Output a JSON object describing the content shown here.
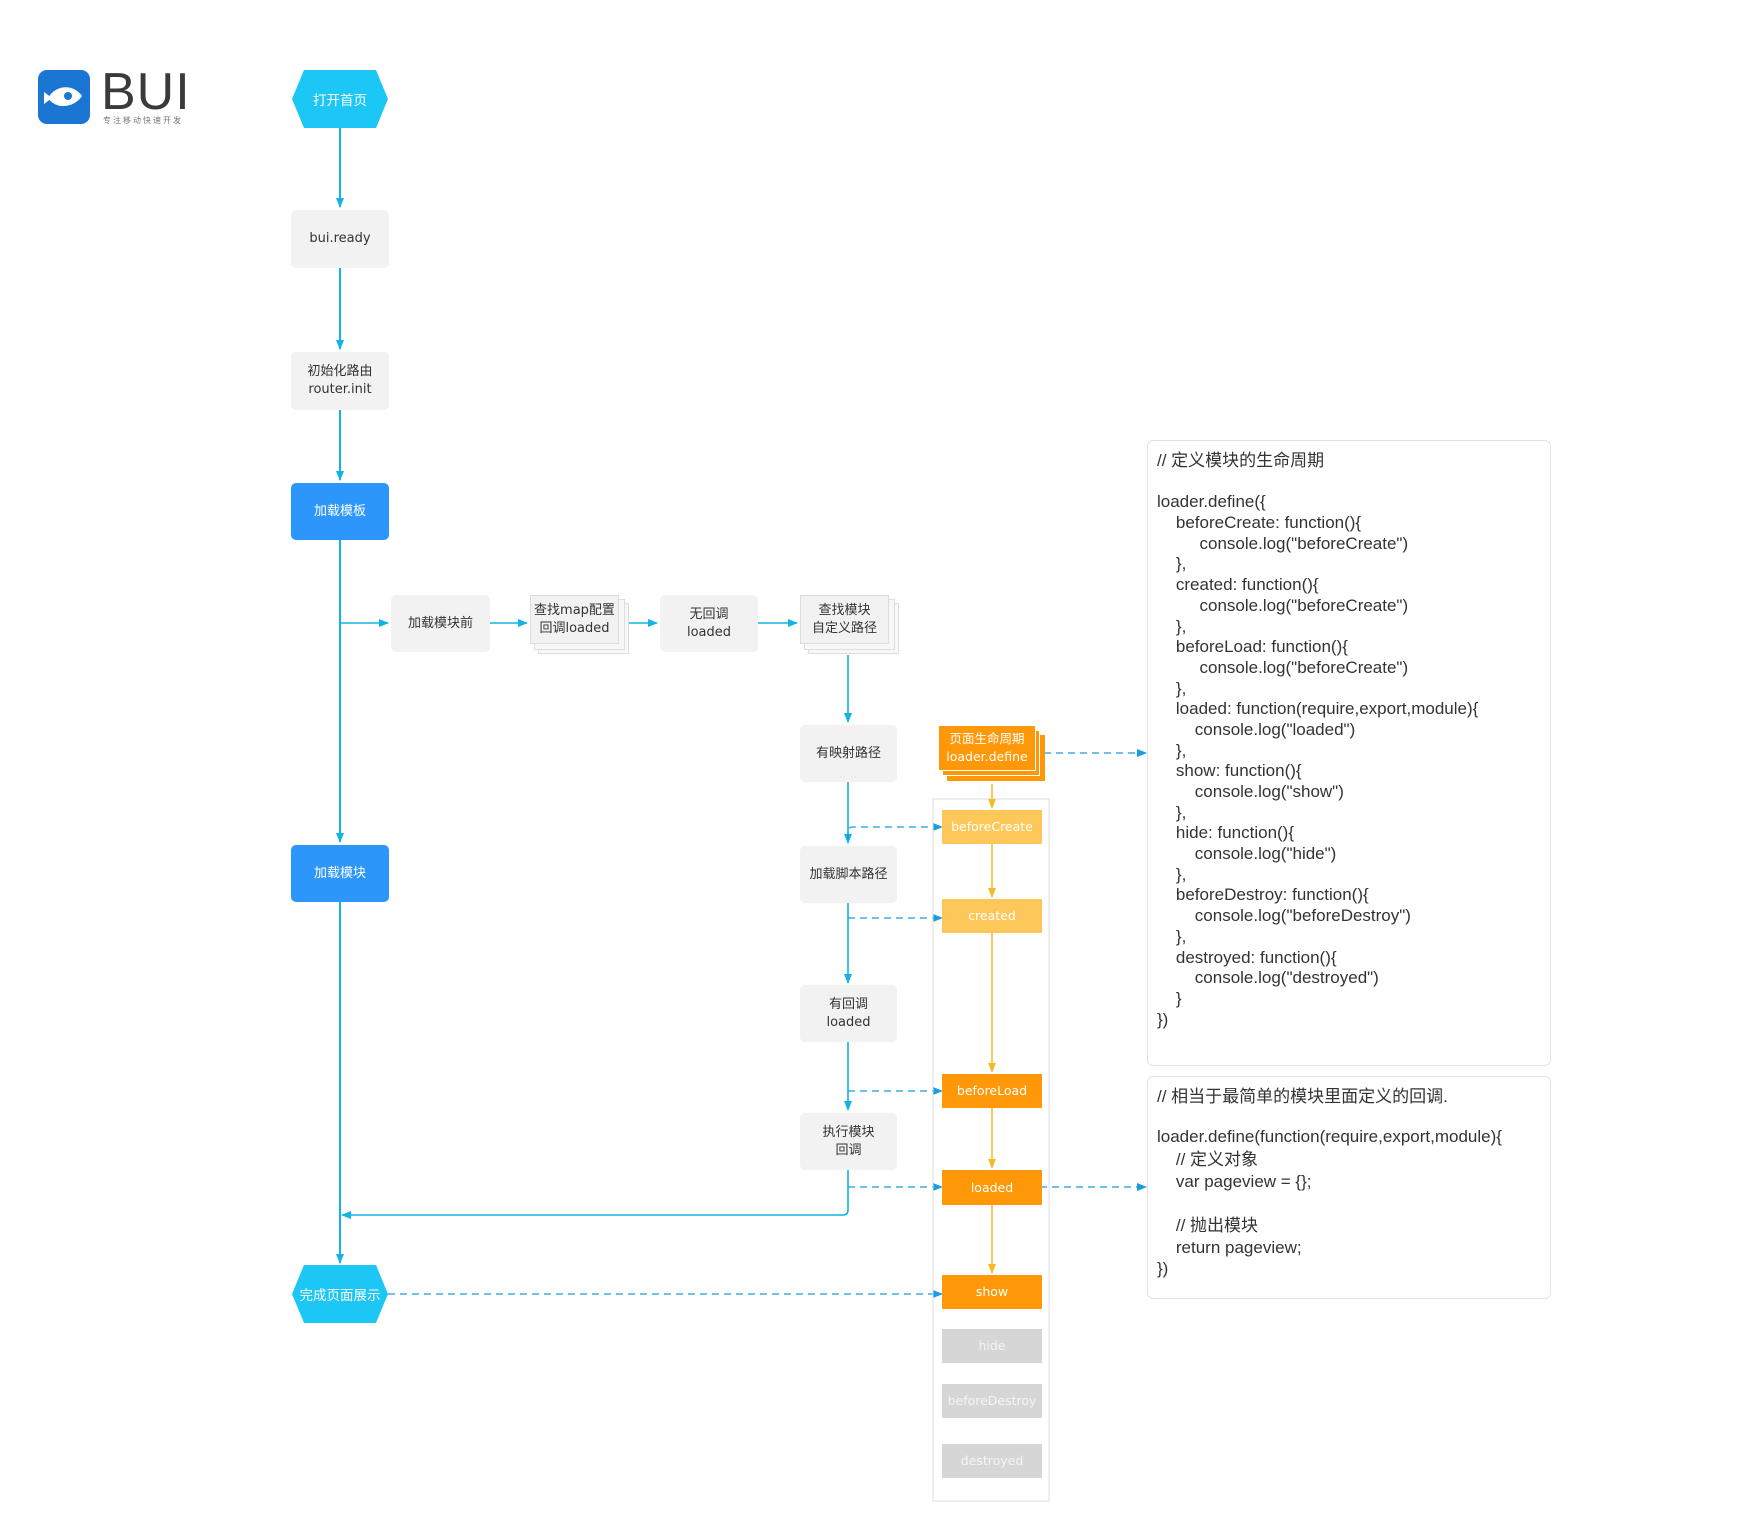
{
  "logo": {
    "name": "BUI",
    "tagline": "专注移动快速开发",
    "brand_color": "#1a76d2"
  },
  "colors": {
    "flow": "#12b3e8",
    "accent_blue": "#2d96fa",
    "lifecycle_light": "#fdc75a",
    "lifecycle_orange": "#ff9808",
    "lifecycle_inactive": "#d6d6d6",
    "hexagon": "#1cc7f5"
  },
  "flow": {
    "open_home": "打开首页",
    "bui_ready": "bui.ready",
    "router_init": {
      "line1": "初始化路由",
      "line2": "router.init"
    },
    "load_template": "加载模板",
    "load_module": "加载模块",
    "page_done": "完成页面展示",
    "before_load_module": "加载模块前",
    "find_map": {
      "line1": "查找map配置",
      "line2": "回调loaded"
    },
    "no_callback": {
      "line1": "无回调",
      "line2": "loaded"
    },
    "find_module": {
      "line1": "查找模块",
      "line2": "自定义路径"
    },
    "mapped_path": "有映射路径",
    "load_script": "加载脚本路径",
    "has_callback": {
      "line1": "有回调",
      "line2": "loaded"
    },
    "exec_callback": {
      "line1": "执行模块",
      "line2": "回调"
    }
  },
  "lifecycle": {
    "header": {
      "line1": "页面生命周期",
      "line2": "loader.define"
    },
    "before_create": "beforeCreate",
    "created": "created",
    "before_load": "beforeLoad",
    "loaded": "loaded",
    "show": "show",
    "hide": "hide",
    "before_destroy": "beforeDestroy",
    "destroyed": "destroyed"
  },
  "code_lifecycle": {
    "comment": "// 定义模块的生命周期",
    "lines": [
      "loader.define({",
      "    beforeCreate: function(){",
      "         console.log(\"beforeCreate\")",
      "    },",
      "    created: function(){",
      "         console.log(\"beforeCreate\")",
      "    },",
      "    beforeLoad: function(){",
      "         console.log(\"beforeCreate\")",
      "    },",
      "    loaded: function(require,export,module){",
      "        console.log(\"loaded\")",
      "    },",
      "    show: function(){",
      "        console.log(\"show\")",
      "    },",
      "    hide: function(){",
      "        console.log(\"hide\")",
      "    },",
      "    beforeDestroy: function(){",
      "        console.log(\"beforeDestroy\")",
      "    },",
      "    destroyed: function(){",
      "        console.log(\"destroyed\")",
      "    }",
      "})"
    ]
  },
  "code_simple": {
    "comment": "// 相当于最简单的模块里面定义的回调.",
    "line1": "loader.define(function(require,export,module){",
    "line2": "    // 定义对象",
    "line3": "    var pageview = {};",
    "line4": "    // 抛出模块",
    "line5": "    return pageview;",
    "line6": "})"
  }
}
